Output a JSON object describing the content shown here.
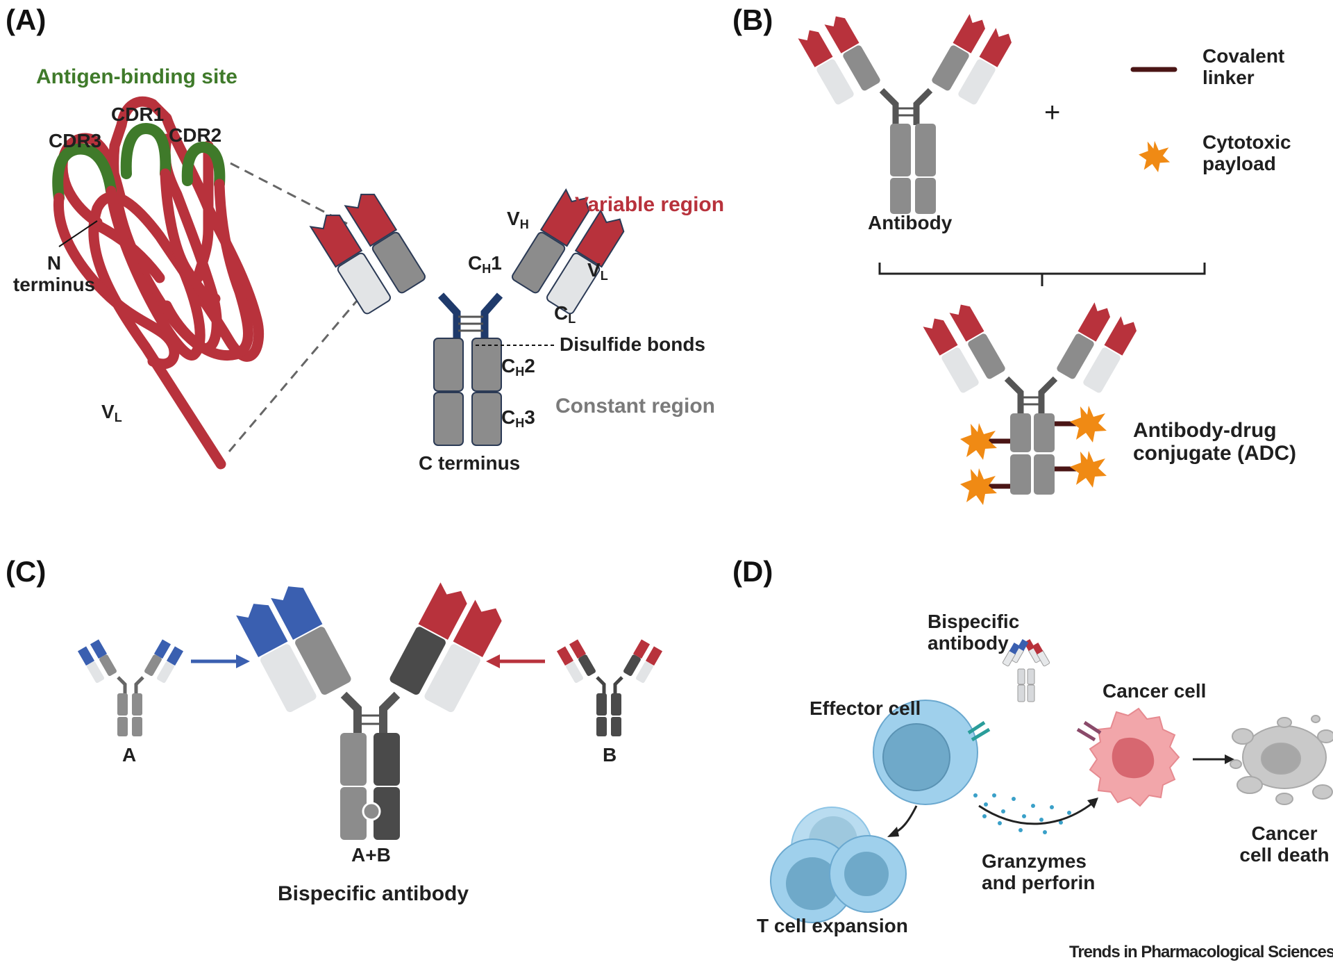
{
  "panels": {
    "a": "(A)",
    "b": "(B)",
    "c": "(C)",
    "d": "(D)"
  },
  "panel_a": {
    "antigen_binding_site": "Antigen-binding site",
    "cdr1": "CDR1",
    "cdr2": "CDR2",
    "cdr3": "CDR3",
    "n_terminus_1": "N",
    "n_terminus_2": "terminus",
    "vl_main": "V",
    "vl_sub": "L",
    "variable_region": "Variable region",
    "vh_main": "V",
    "vh_sub": "H",
    "ch1_main": "C",
    "ch1_sub": "H",
    "ch1_num": "1",
    "vl2_main": "V",
    "vl2_sub": "L",
    "cl_main": "C",
    "cl_sub": "L",
    "disulfide_bonds": "Disulfide bonds",
    "ch2_main": "C",
    "ch2_sub": "H",
    "ch2_num": "2",
    "ch3_main": "C",
    "ch3_sub": "H",
    "ch3_num": "3",
    "constant_region": "Constant region",
    "c_terminus": "C terminus"
  },
  "panel_b": {
    "covalent_linker_1": "Covalent",
    "covalent_linker_2": "linker",
    "cytotoxic_payload_1": "Cytotoxic",
    "cytotoxic_payload_2": "payload",
    "plus": "+",
    "antibody": "Antibody",
    "adc_1": "Antibody-drug",
    "adc_2": "conjugate (ADC)"
  },
  "panel_c": {
    "label_a": "A",
    "label_b": "B",
    "label_ab": "A+B",
    "bispecific_antibody": "Bispecific antibody"
  },
  "panel_d": {
    "bispecific_1": "Bispecific",
    "bispecific_2": "antibody",
    "effector_cell": "Effector cell",
    "cancer_cell": "Cancer cell",
    "cancer_cell_death_1": "Cancer",
    "cancer_cell_death_2": "cell death",
    "granzymes_1": "Granzymes",
    "granzymes_2": "and perforin",
    "t_cell_expansion": "T cell expansion"
  },
  "footer": "Trends in Pharmacological Sciences",
  "colors": {
    "variable": "#b8323c",
    "cdr": "#3f7a2a",
    "constant": "#8c8c8c",
    "light_chain": "#e2e4e6",
    "hinge": "#1f3a6b",
    "payload": "#f08a14",
    "linker": "#4a1515",
    "blue": "#3a5fb0",
    "dark": "#4a4a4a",
    "cell_blue": "#8ec5e6"
  }
}
